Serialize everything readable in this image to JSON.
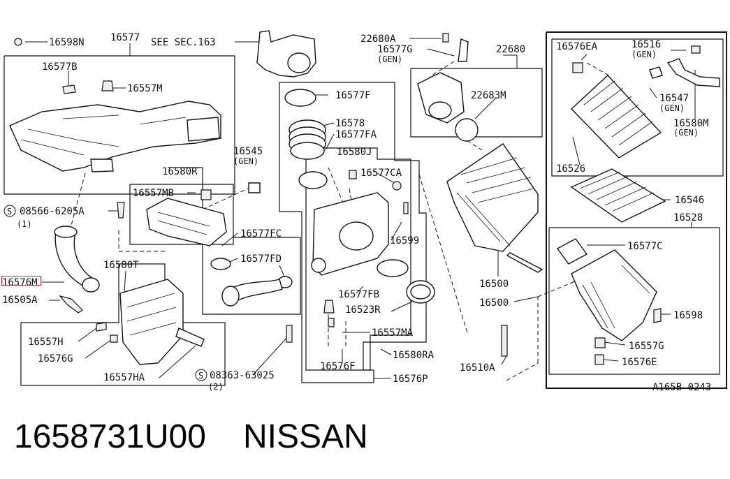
{
  "labels": {
    "l_16598N": "16598N",
    "l_16577": "16577",
    "l_see_sec": "SEE SEC.163",
    "l_16577B": "16577B",
    "l_16557M": "16557M",
    "l_08566_6205A": "08566-6205A",
    "l_qty1": "(1)",
    "l_16576M": "16576M",
    "l_16505A": "16505A",
    "l_16580T": "16580T",
    "l_16557H": "16557H",
    "l_16576G": "16576G",
    "l_16557HA": "16557HA",
    "l_08363_63025": "08363-63025",
    "l_qty2": "(2)",
    "l_16545": "16545",
    "l_gen_16545": "(GEN)",
    "l_16580R": "16580R",
    "l_16557MB": "16557MB",
    "l_16577FC": "16577FC",
    "l_16577FD": "16577FD",
    "l_22680A": "22680A",
    "l_16577G": "16577G",
    "l_gen_16577G": "(GEN)",
    "l_16577F": "16577F",
    "l_16578": "16578",
    "l_16577FA": "16577FA",
    "l_16580J": "16580J",
    "l_16577CA": "16577CA",
    "l_16599": "16599",
    "l_16577FB": "16577FB",
    "l_16523R": "16523R",
    "l_16557MA": "16557MA",
    "l_16576F": "16576F",
    "l_16580RA": "16580RA",
    "l_16576P": "16576P",
    "l_22680": "22680",
    "l_22683M": "22683M",
    "l_16500_a": "16500",
    "l_16500_b": "16500",
    "l_16510A": "16510A",
    "l_16576EA": "16576EA",
    "l_16516": "16516",
    "l_gen_16516": "(GEN)",
    "l_16547": "16547",
    "l_gen_16547": "(GEN)",
    "l_16580M": "16580M",
    "l_gen_16580M": "(GEN)",
    "l_16526": "16526",
    "l_16546": "16546",
    "l_16528": "16528",
    "l_16577C": "16577C",
    "l_16598": "16598",
    "l_16557G": "16557G",
    "l_16576E": "16576E",
    "l_code": "A165B 0243",
    "circle_s": "S"
  },
  "footer": {
    "part_number": "1658731U00",
    "brand": "NISSAN"
  },
  "colors": {
    "ink": "#111111",
    "highlight": "#e0202a",
    "background": "#ffffff"
  }
}
